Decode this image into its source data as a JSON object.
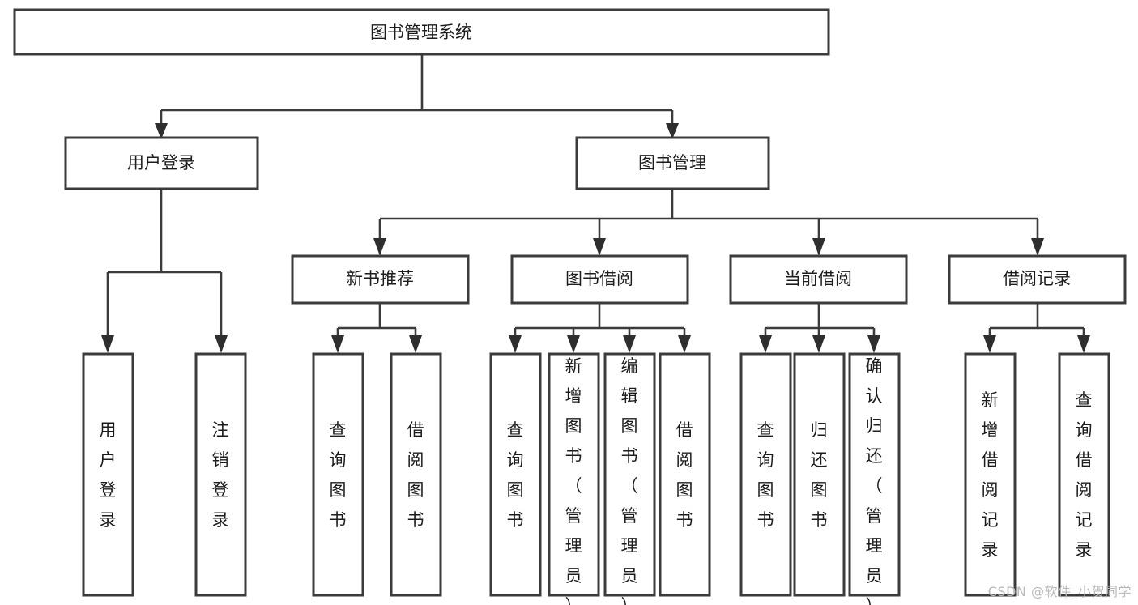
{
  "diagram": {
    "type": "tree-hierarchy",
    "title": "图书管理系统",
    "watermark": "CSDN @软件_小贺同学",
    "levels": 4,
    "nodes": {
      "root": {
        "label": "图书管理系统",
        "level": 1
      },
      "l2": [
        {
          "id": "user-login",
          "label": "用户登录",
          "level": 2
        },
        {
          "id": "book-manage",
          "label": "图书管理",
          "level": 2
        }
      ],
      "l3": [
        {
          "id": "new-book-recommend",
          "label": "新书推荐",
          "level": 3,
          "parent": "book-manage"
        },
        {
          "id": "book-borrow",
          "label": "图书借阅",
          "level": 3,
          "parent": "book-manage"
        },
        {
          "id": "current-borrow",
          "label": "当前借阅",
          "level": 3,
          "parent": "book-manage"
        },
        {
          "id": "borrow-record",
          "label": "借阅记录",
          "level": 3,
          "parent": "book-manage"
        }
      ],
      "leaves": {
        "user_login": [
          {
            "id": "leaf-user-login",
            "label": "用户登录"
          },
          {
            "id": "leaf-user-logout",
            "label": "注销登录"
          }
        ],
        "new_book_recommend": [
          {
            "id": "leaf-query-book-1",
            "label": "查询图书"
          },
          {
            "id": "leaf-borrow-book-1",
            "label": "借阅图书"
          }
        ],
        "book_borrow": [
          {
            "id": "leaf-query-book-2",
            "label": "查询图书"
          },
          {
            "id": "leaf-add-book",
            "label": "新增图书（管理员）"
          },
          {
            "id": "leaf-edit-book",
            "label": "编辑图书（管理员）"
          },
          {
            "id": "leaf-borrow-book-2",
            "label": "借阅图书"
          }
        ],
        "current_borrow": [
          {
            "id": "leaf-query-book-3",
            "label": "查询图书"
          },
          {
            "id": "leaf-return-book",
            "label": "归还图书"
          },
          {
            "id": "leaf-confirm-return",
            "label": "确认归还（管理员）"
          }
        ],
        "borrow_record": [
          {
            "id": "leaf-add-record",
            "label": "新增借阅记录"
          },
          {
            "id": "leaf-query-record",
            "label": "查询借阅记录"
          }
        ]
      }
    },
    "colors": {
      "box_fill": "#ffffff",
      "box_stroke": "#3b3b3b",
      "connector": "#3b3b3b",
      "text": "#1c1c1c",
      "background": "#ffffff",
      "watermark": "#b9b9b9"
    }
  }
}
